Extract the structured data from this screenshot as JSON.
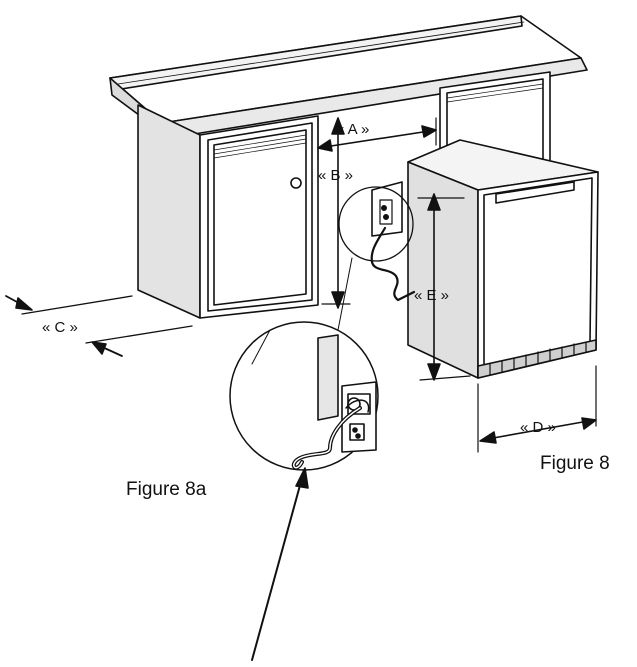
{
  "dimension_labels": {
    "a": "« A »",
    "b": "« B »",
    "c": "« C »",
    "d": "« D »",
    "e": "« E »"
  },
  "figure_labels": {
    "main": "Figure 8",
    "detail": "Figure 8a"
  },
  "colors": {
    "line": "#111111",
    "paper": "#ffffff",
    "shade": "#d9d9d9"
  }
}
